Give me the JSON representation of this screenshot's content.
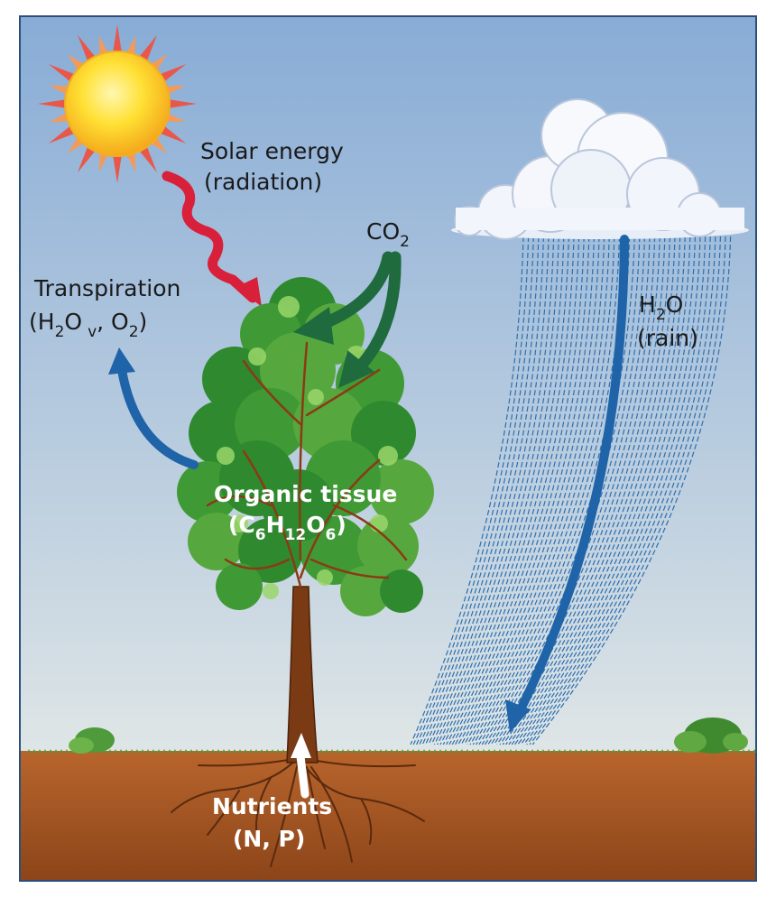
{
  "labels": {
    "solar_line1": "Solar energy",
    "solar_line2": "(radiation)",
    "co2_main": "CO",
    "co2_sub": "2",
    "transp_line1": "Transpiration",
    "transp_open": "(H",
    "transp_sub1": "2",
    "transp_mid": "O",
    "transp_v": "v",
    "transp_o2": ", O",
    "transp_sub2": "2",
    "transp_close": ")",
    "h2o_h": "H",
    "h2o_sub": "2",
    "h2o_o": "O",
    "rain": "(rain)",
    "organic_line1": "Organic tissue",
    "org_c": "(C",
    "org_c_sub": "6",
    "org_h": "H",
    "org_h_sub": "12",
    "org_o": "O",
    "org_o_sub": "6",
    "org_close": ")",
    "nutrients_line1": "Nutrients",
    "nutrients_line2": "(N, P)"
  },
  "colors": {
    "sky_top": "#8fb3d9",
    "sky_bottom": "#d9e3e6",
    "soil_top": "#b5622a",
    "soil_bottom": "#8a4318",
    "grass": "#5a9a3a",
    "solar_arrow": "#d8203a",
    "co2_arrow": "#1f6b3e",
    "water_arrow": "#1f63a8",
    "rain": "#2e6fae",
    "foliage_dark": "#2f8a2f",
    "foliage_light": "#7cc24a",
    "trunk": "#7a3a14",
    "sun_core": "#ffd21a",
    "sun_rays": "#f08a4a"
  },
  "icons": {
    "sun": "sun-icon",
    "cloud": "cloud-icon",
    "tree": "tree-icon"
  }
}
